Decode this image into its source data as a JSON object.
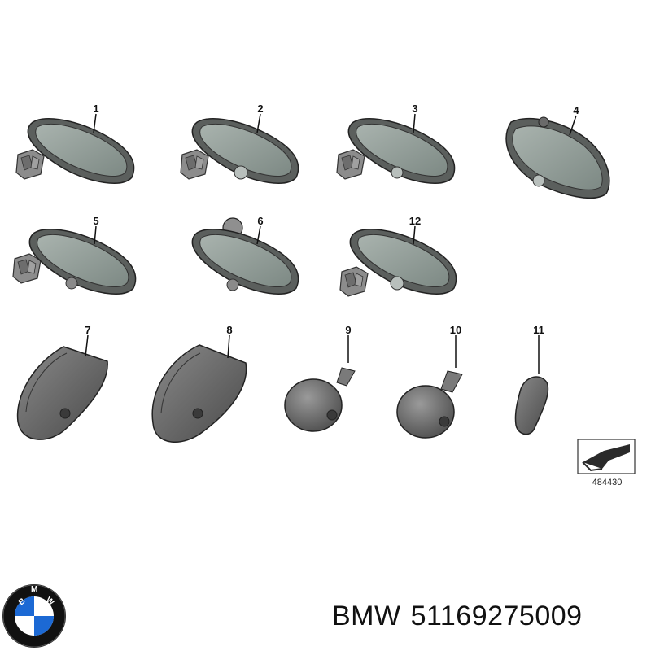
{
  "diagram": {
    "parts": [
      {
        "callout": "1"
      },
      {
        "callout": "2"
      },
      {
        "callout": "3"
      },
      {
        "callout": "4"
      },
      {
        "callout": "5"
      },
      {
        "callout": "6"
      },
      {
        "callout": "12"
      },
      {
        "callout": "7"
      },
      {
        "callout": "8"
      },
      {
        "callout": "9"
      },
      {
        "callout": "10"
      },
      {
        "callout": "11"
      }
    ],
    "reference_number": "484430"
  },
  "footer": {
    "brand": "BMW",
    "part_number": "51169275009",
    "logo_letters": "BMW",
    "logo_colors": {
      "blue": "#1c69d4",
      "ring": "#111111",
      "white": "#ffffff"
    }
  }
}
